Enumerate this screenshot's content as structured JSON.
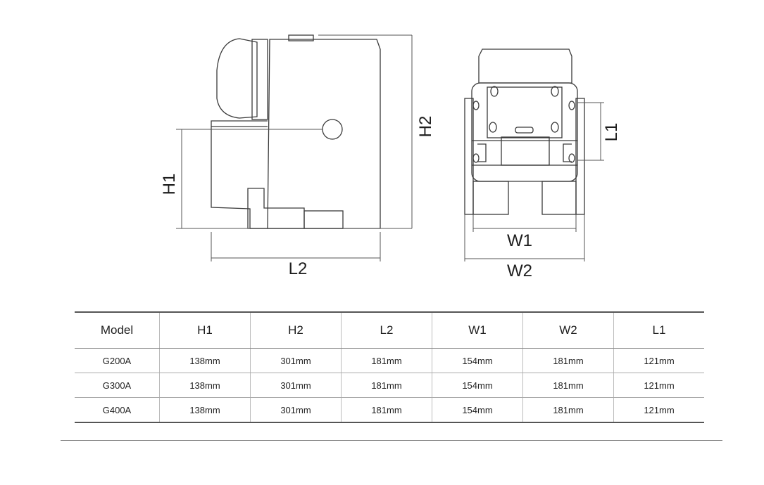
{
  "diagram": {
    "side_view_labels": {
      "h1": "H1",
      "h2": "H2",
      "l2": "L2"
    },
    "front_view_labels": {
      "w1": "W1",
      "w2": "W2",
      "l1": "L1"
    }
  },
  "table": {
    "headers": [
      "Model",
      "H1",
      "H2",
      "L2",
      "W1",
      "W2",
      "L1"
    ],
    "rows": [
      [
        "G200A",
        "138mm",
        "301mm",
        "181mm",
        "154mm",
        "181mm",
        "121mm"
      ],
      [
        "G300A",
        "138mm",
        "301mm",
        "181mm",
        "154mm",
        "181mm",
        "121mm"
      ],
      [
        "G400A",
        "138mm",
        "301mm",
        "181mm",
        "154mm",
        "181mm",
        "121mm"
      ]
    ]
  }
}
